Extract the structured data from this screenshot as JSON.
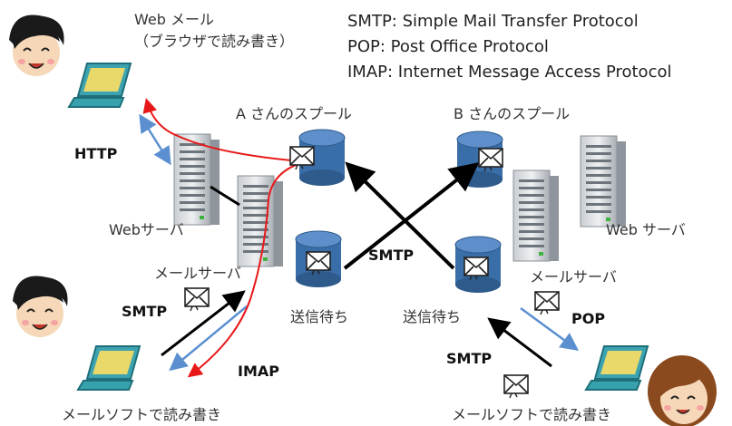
{
  "legend": {
    "smtp": "SMTP: Simple Mail Transfer Protocol",
    "pop": "POP: Post Office Protocol",
    "imap": "IMAP: Internet Message Access Protocol"
  },
  "labels": {
    "webmail_line1": "Web メール",
    "webmail_line2": "（ブラウザで読み書き）",
    "spool_a": "A さんのスプール",
    "spool_b": "B さんのスプール",
    "webserver_left": "Webサーバ",
    "webserver_right": "Web サーバ",
    "mailserver_left": "メールサーバ",
    "mailserver_right": "メールサーバ",
    "outbox_left": "送信待ち",
    "outbox_right": "送信待ち",
    "client_left": "メールソフトで読み書き",
    "client_right": "メールソフトで読み書き"
  },
  "protocols": {
    "http": "HTTP",
    "smtp_center": "SMTP",
    "smtp_left": "SMTP",
    "imap": "IMAP",
    "pop": "POP",
    "smtp_right": "SMTP"
  },
  "colors": {
    "black_arrow": "#000000",
    "red_arrow": "#e81818",
    "blue_arrow": "#5b8fd0",
    "spool": "#3a6ea8",
    "laptop_screen": "#e8d96a"
  }
}
